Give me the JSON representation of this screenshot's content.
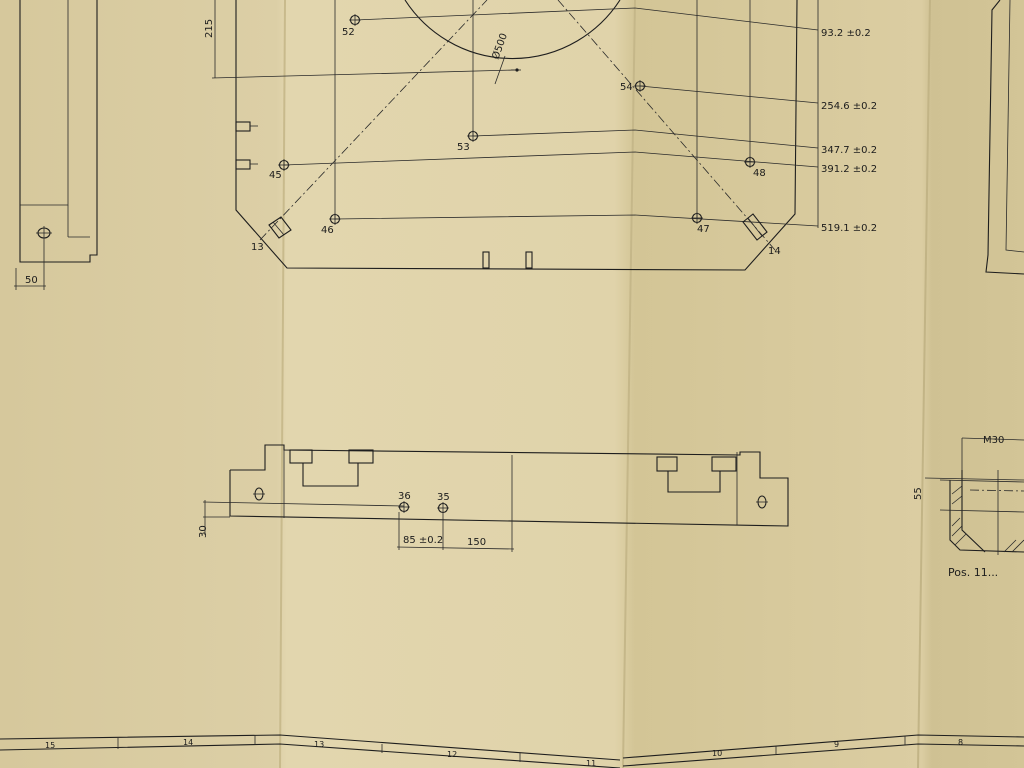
{
  "plan_view": {
    "outer_dimension": "215",
    "bore_diameter": "Ø500",
    "hole_labels": {
      "h52": "52",
      "h53": "53",
      "h54": "54",
      "h45": "45",
      "h48": "48",
      "h46": "46",
      "h47": "47",
      "h13": "13",
      "h14": "14"
    },
    "row_dimensions": [
      "93.2 ±0.2",
      "254.6 ±0.2",
      "347.7 ±0.2",
      "391.2 ±0.2",
      "519.1 ±0.2"
    ]
  },
  "left_view": {
    "width_dimension": "50"
  },
  "side_view": {
    "hole_labels": {
      "h36": "36",
      "h35": "35"
    },
    "height_dimension": "30",
    "pitch_dimension": "85 ±0.2",
    "span_dimension": "150"
  },
  "detail_view": {
    "thread_label": "M30",
    "depth_dimension": "55",
    "position_note": "Pos. 11..."
  },
  "title_block": {
    "zones": [
      "15",
      "14",
      "13",
      "12",
      "11",
      "10",
      "9",
      "8"
    ]
  },
  "colors": {
    "paper": "#d9cba0",
    "ink": "#1e1e1e"
  }
}
